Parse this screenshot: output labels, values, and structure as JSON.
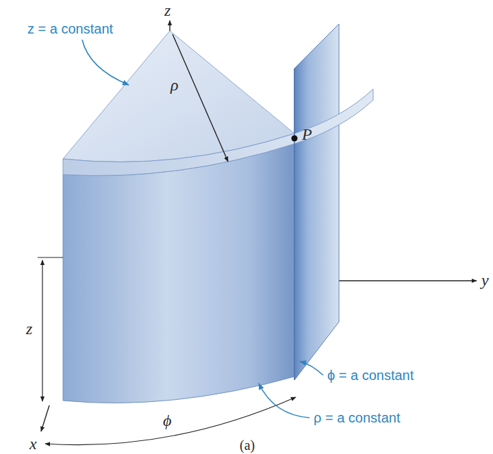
{
  "diagram": {
    "labels": [
      "z",
      "z = a constant",
      "ρ",
      "P",
      "y",
      "z",
      "ϕ = a constant",
      "x",
      "ϕ",
      "ρ = a constant",
      "(a)"
    ]
  }
}
